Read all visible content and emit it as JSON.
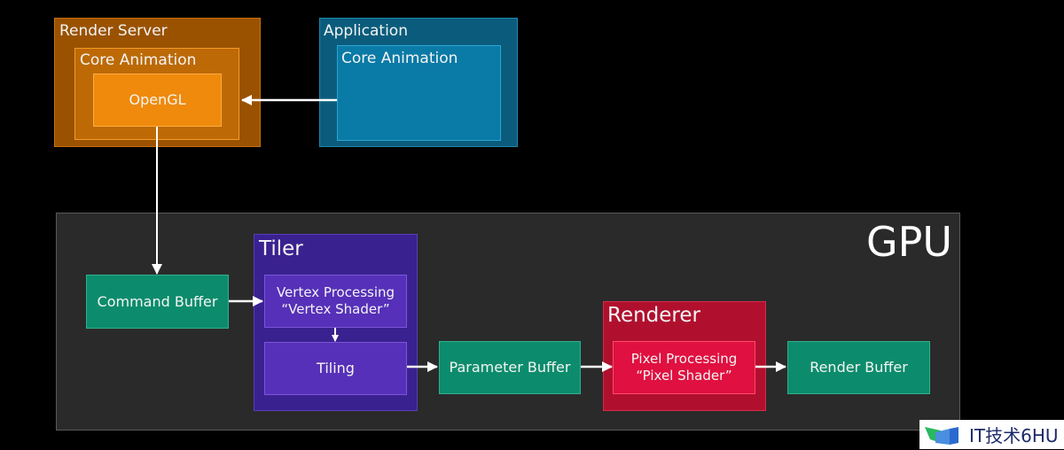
{
  "render_server": {
    "title": "Render Server",
    "core_animation": "Core Animation",
    "opengl": "OpenGL"
  },
  "application": {
    "title": "Application",
    "core_animation": "Core Animation"
  },
  "gpu": {
    "title": "GPU",
    "command_buffer": "Command Buffer",
    "tiler": {
      "title": "Tiler",
      "vertex_processing_line1": "Vertex Processing",
      "vertex_processing_line2": "“Vertex Shader”",
      "tiling": "Tiling"
    },
    "parameter_buffer": "Parameter Buffer",
    "renderer": {
      "title": "Renderer",
      "pixel_processing_line1": "Pixel Processing",
      "pixel_processing_line2": "“Pixel Shader”"
    },
    "render_buffer": "Render Buffer"
  },
  "edges": [
    {
      "from": "Application.Core Animation",
      "to": "Render Server.OpenGL"
    },
    {
      "from": "Render Server.OpenGL",
      "to": "Command Buffer"
    },
    {
      "from": "Command Buffer",
      "to": "Vertex Processing"
    },
    {
      "from": "Vertex Processing",
      "to": "Tiling"
    },
    {
      "from": "Tiling",
      "to": "Parameter Buffer"
    },
    {
      "from": "Parameter Buffer",
      "to": "Pixel Processing"
    },
    {
      "from": "Pixel Processing",
      "to": "Render Buffer"
    }
  ],
  "colors": {
    "render_server": "#9a5200",
    "application": "#0b5c7c",
    "gpu_background": "#2a2a2a",
    "buffer_green": "#0c8c6c",
    "tiler_purple": "#3a2190",
    "renderer_red": "#b0102e"
  },
  "watermark": {
    "text": "IT技术6HU"
  }
}
